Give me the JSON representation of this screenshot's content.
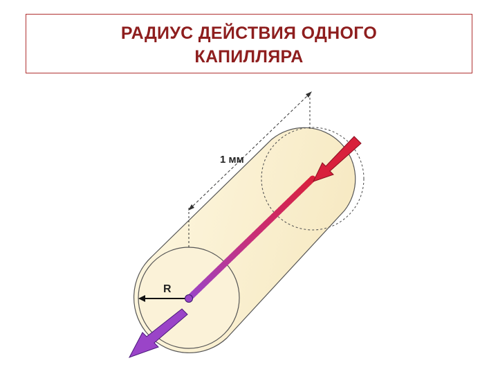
{
  "title": {
    "line1": "РАДИУС ДЕЙСТВИЯ ОДНОГО",
    "line2": "КАПИЛЛЯРА"
  },
  "diagram": {
    "length_label": "1 мм",
    "radius_label": "R"
  },
  "colors": {
    "title": "#8e1e1e",
    "cylinder_fill": "#fbf0d0",
    "arterial": "#d8203c",
    "venous": "#9a44c8"
  }
}
